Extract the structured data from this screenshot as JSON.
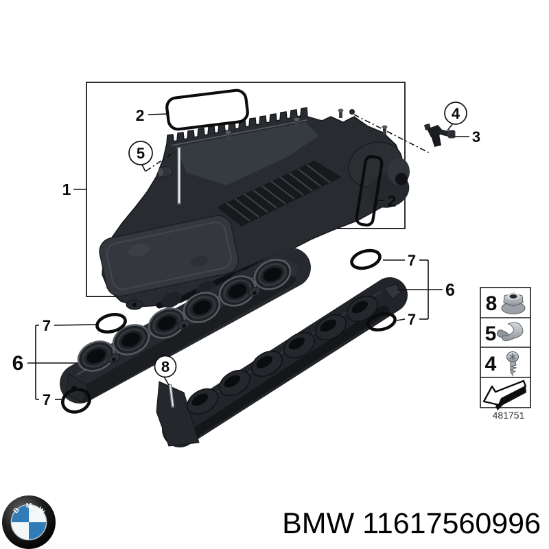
{
  "diagram": {
    "title_implied": "BMW intake manifold parts diagram",
    "callouts": {
      "item1": "1",
      "item2_top": "2",
      "item2_right": "2",
      "item3": "3",
      "item4": "4",
      "item5": "5",
      "item6_left": "6",
      "item6_right": "6",
      "item7_top_left": "7",
      "item7_bottom_left": "7",
      "item7_top_right": "7",
      "item7_bottom_right": "7",
      "item8": "8"
    },
    "legend": {
      "rows": [
        {
          "num": "8",
          "icon": "flange-nut-icon"
        },
        {
          "num": "5",
          "icon": "spring-clip-icon"
        },
        {
          "num": "4",
          "icon": "self-tapping-screw-icon"
        }
      ],
      "arrow_icon": "installation-direction-arrow-icon",
      "code": "481751"
    },
    "colors": {
      "line": "#0f0f0f",
      "part_dark": "#1b1d21",
      "part_mid": "#282b30",
      "part_light": "#4a4f56",
      "background": "#ffffff"
    }
  },
  "footer": {
    "logo": "bmw-roundel",
    "logo_letters": [
      "B",
      "M",
      "W"
    ],
    "logo_colors": {
      "blue": "#2f7cb8",
      "white": "#f4f7f9",
      "ring": "#121212"
    },
    "part_label": "BMW 11617560996"
  }
}
